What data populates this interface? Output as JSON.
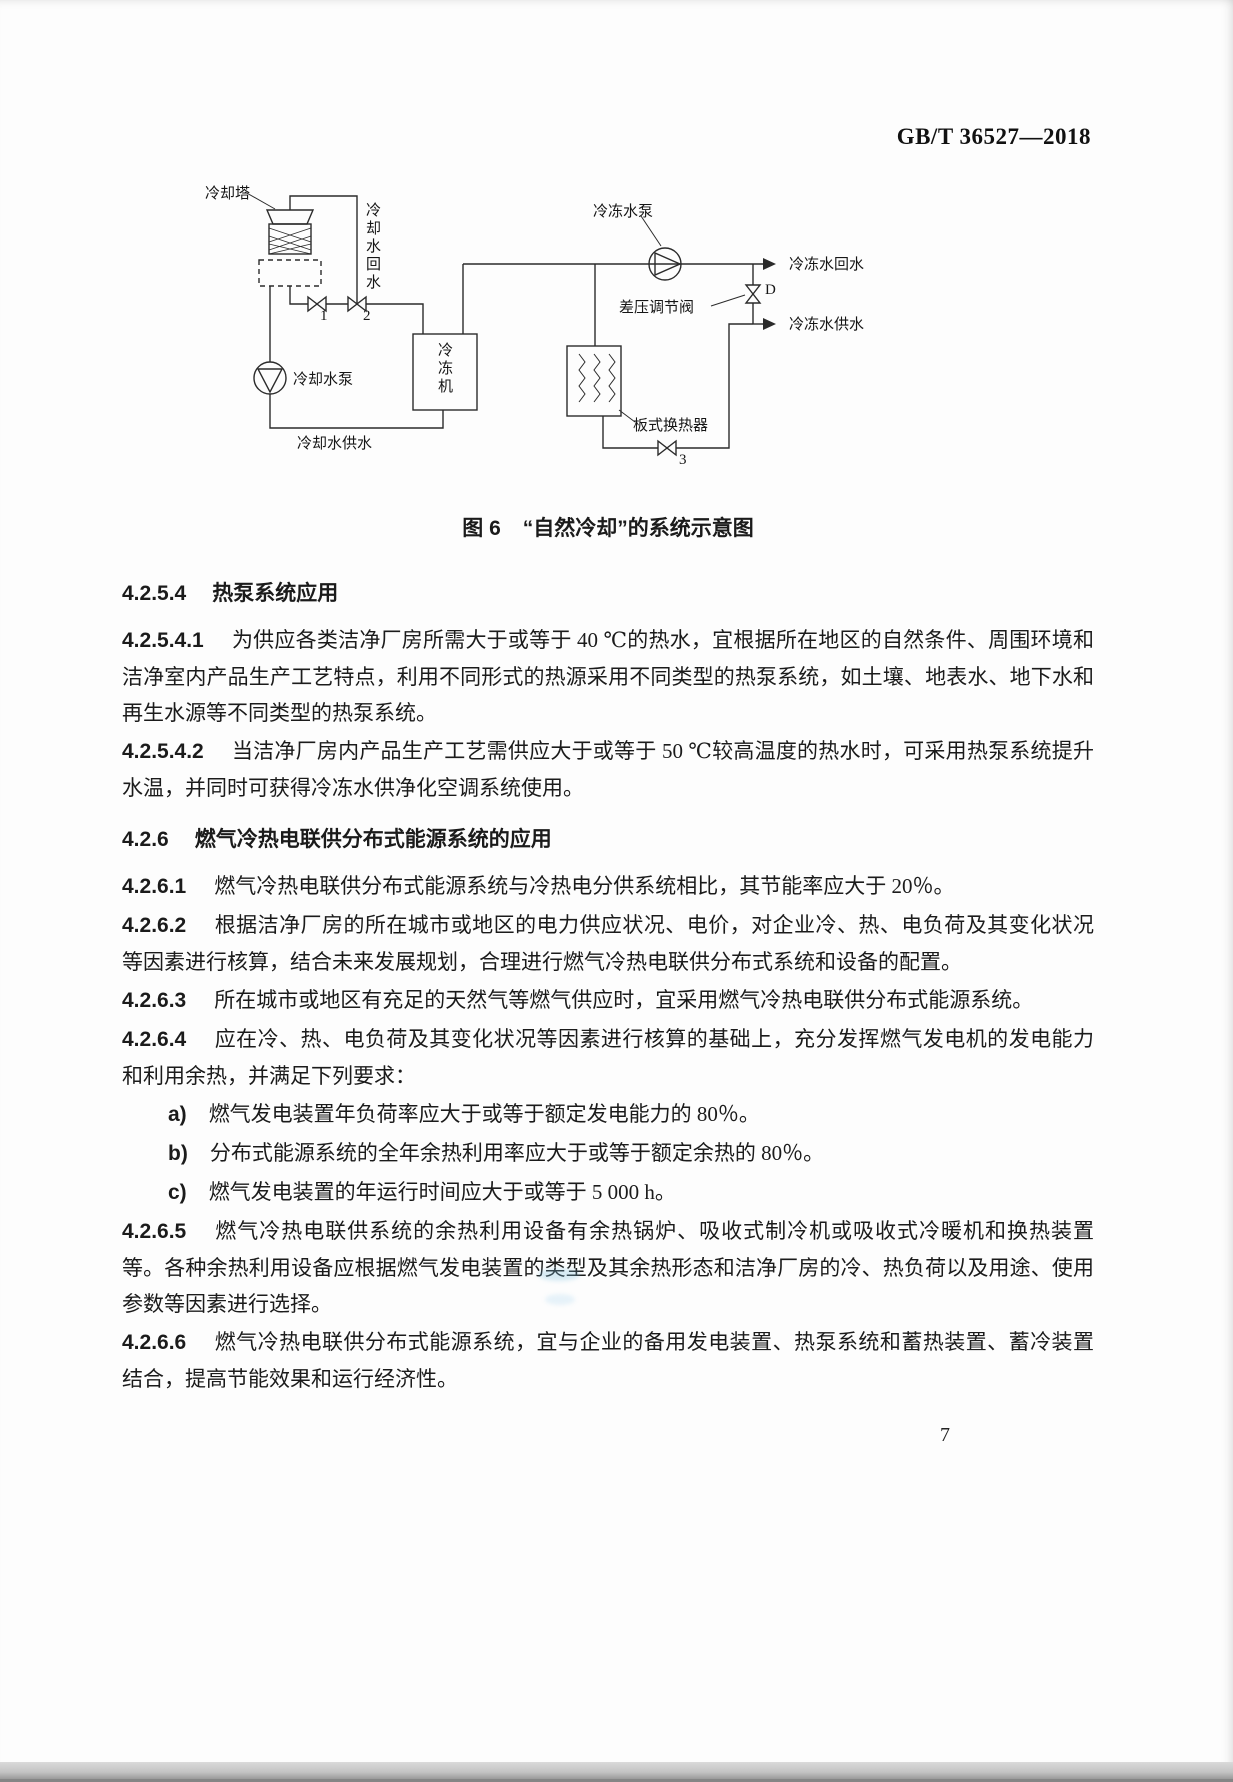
{
  "page": {
    "standard_code": "GB/T 36527—2018",
    "page_number": "7"
  },
  "figure": {
    "caption_label": "图 6",
    "caption_title": "“自然冷却”的系统示意图",
    "labels": {
      "cooling_tower": "冷却塔",
      "cooling_water_return": "冷却水回水",
      "chilled_water_pump": "冷冻水泵",
      "chilled_water_return": "冷冻水回水",
      "differential_pressure_valve": "差压调节阀",
      "valve_d": "D",
      "chilled_water_supply": "冷冻水供水",
      "chiller": "冷冻机",
      "plate_heat_exchanger": "板式换热器",
      "cooling_water_pump": "冷却水泵",
      "cooling_water_supply": "冷却水供水",
      "valve_1": "1",
      "valve_2": "2",
      "valve_3": "3"
    }
  },
  "content": {
    "blocks": [
      {
        "type": "heading",
        "number": "4.2.5.4",
        "text": "热泵系统应用"
      },
      {
        "type": "para",
        "number": "4.2.5.4.1",
        "text": "为供应各类洁净厂房所需大于或等于 40 ℃的热水，宜根据所在地区的自然条件、周围环境和洁净室内产品生产工艺特点，利用不同形式的热源采用不同类型的热泵系统，如土壤、地表水、地下水和再生水源等不同类型的热泵系统。"
      },
      {
        "type": "para",
        "number": "4.2.5.4.2",
        "text": "当洁净厂房内产品生产工艺需供应大于或等于 50 ℃较高温度的热水时，可采用热泵系统提升水温，并同时可获得冷冻水供净化空调系统使用。"
      },
      {
        "type": "heading",
        "number": "4.2.6",
        "text": "燃气冷热电联供分布式能源系统的应用"
      },
      {
        "type": "para",
        "number": "4.2.6.1",
        "text": "燃气冷热电联供分布式能源系统与冷热电分供系统相比，其节能率应大于 20％。"
      },
      {
        "type": "para",
        "number": "4.2.6.2",
        "text": "根据洁净厂房的所在城市或地区的电力供应状况、电价，对企业冷、热、电负荷及其变化状况等因素进行核算，结合未来发展规划，合理进行燃气冷热电联供分布式系统和设备的配置。"
      },
      {
        "type": "para",
        "number": "4.2.6.3",
        "text": "所在城市或地区有充足的天然气等燃气供应时，宜采用燃气冷热电联供分布式能源系统。"
      },
      {
        "type": "para",
        "number": "4.2.6.4",
        "text": "应在冷、热、电负荷及其变化状况等因素进行核算的基础上，充分发挥燃气发电机的发电能力和利用余热，并满足下列要求："
      },
      {
        "type": "item",
        "number": "a)",
        "text": "燃气发电装置年负荷率应大于或等于额定发电能力的 80％。"
      },
      {
        "type": "item",
        "number": "b)",
        "text": "分布式能源系统的全年余热利用率应大于或等于额定余热的 80％。"
      },
      {
        "type": "item",
        "number": "c)",
        "text": "燃气发电装置的年运行时间应大于或等于 5 000 h。"
      },
      {
        "type": "para",
        "number": "4.2.6.5",
        "text": "燃气冷热电联供系统的余热利用设备有余热锅炉、吸收式制冷机或吸收式冷暖机和换热装置等。各种余热利用设备应根据燃气发电装置的类型及其余热形态和洁净厂房的冷、热负荷以及用途、使用参数等因素进行选择。"
      },
      {
        "type": "para",
        "number": "4.2.6.6",
        "text": "燃气冷热电联供分布式能源系统，宜与企业的备用发电装置、热泵系统和蓄热装置、蓄冷装置结合，提高节能效果和运行经济性。"
      }
    ]
  }
}
